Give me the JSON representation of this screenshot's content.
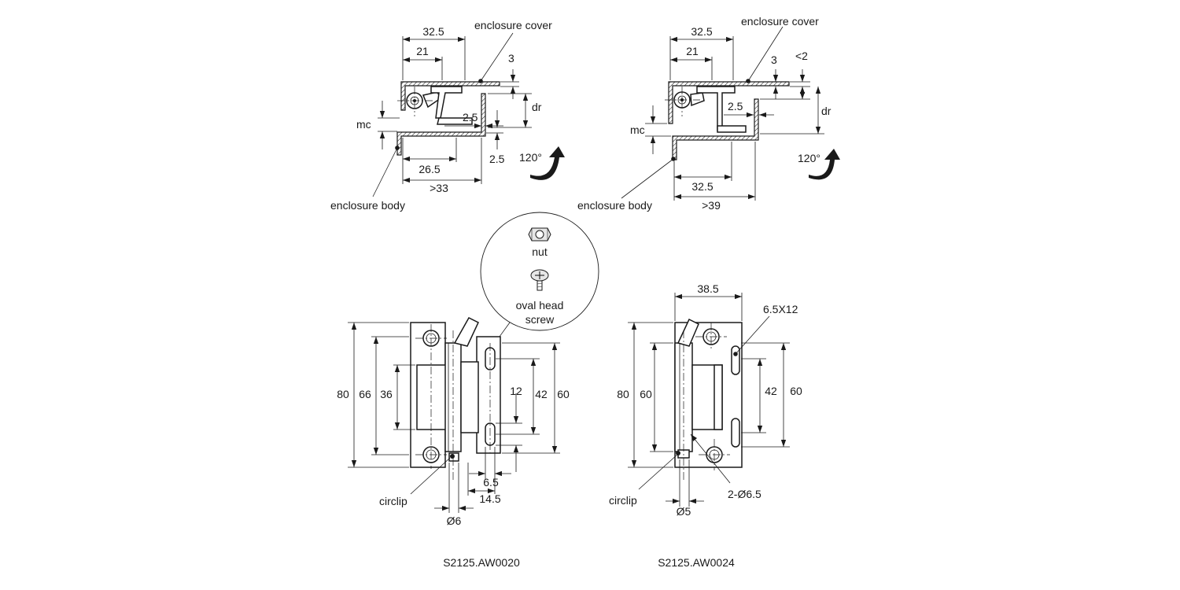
{
  "top_left": {
    "dim_32_5": "32.5",
    "dim_21": "21",
    "dim_3": "3",
    "dim_dr": "dr",
    "dim_mc": "mc",
    "dim_2_5_a": "2.5",
    "dim_2_5_b": "2.5",
    "dim_26_5": "26.5",
    "dim_gt33": ">33",
    "rotation": "120°",
    "label_cover": "enclosure cover",
    "label_body": "enclosure body"
  },
  "top_right": {
    "dim_32_5": "32.5",
    "dim_21": "21",
    "dim_3": "3",
    "dim_lt2": "<2",
    "dim_dr": "dr",
    "dim_mc": "mc",
    "dim_2_5": "2.5",
    "dim_32_5_bottom": "32.5",
    "dim_gt39": ">39",
    "rotation": "120°",
    "label_cover": "enclosure cover",
    "label_body": "enclosure body"
  },
  "callout": {
    "nut": "nut",
    "screw_line1": "oval head",
    "screw_line2": "screw"
  },
  "bottom_left": {
    "dim_80": "80",
    "dim_66": "66",
    "dim_36": "36",
    "dim_12": "12",
    "dim_42": "42",
    "dim_60": "60",
    "dim_6_5": "6.5",
    "dim_14_5": "14.5",
    "dim_d6": "Ø6",
    "label_circlip": "circlip",
    "part_number": "S2125.AW0020"
  },
  "bottom_right": {
    "dim_38_5": "38.5",
    "dim_6_5x12": "6.5X12",
    "dim_80": "80",
    "dim_60_left": "60",
    "dim_42": "42",
    "dim_60_right": "60",
    "dim_2_d6_5": "2-Ø6.5",
    "dim_d5": "Ø5",
    "label_circlip": "circlip",
    "part_number": "S2125.AW0024"
  }
}
